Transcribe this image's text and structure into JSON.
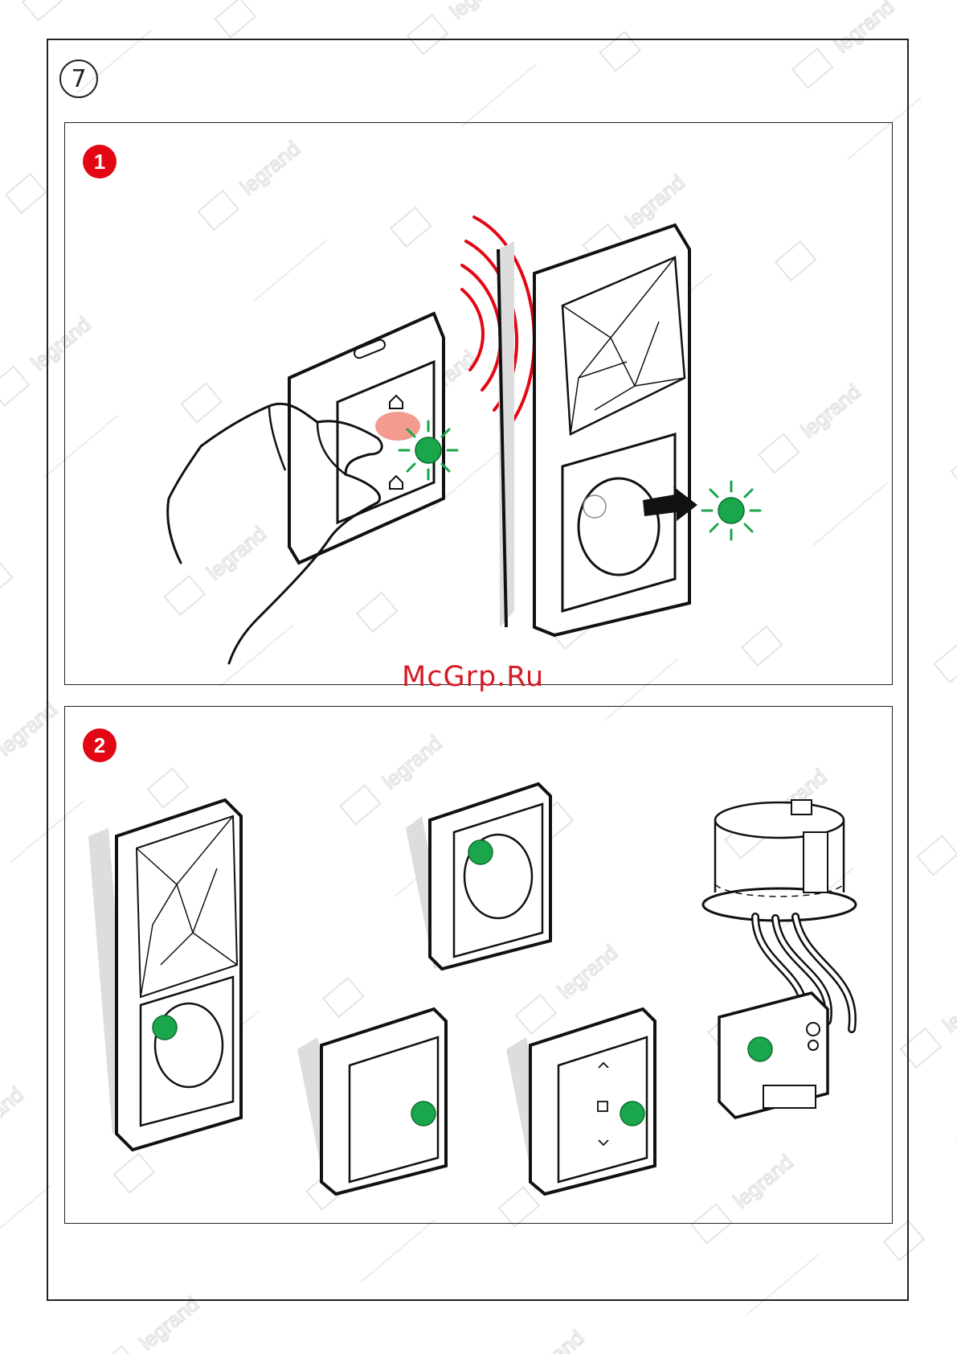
{
  "page": {
    "step_number": "7",
    "watermark": "legrand",
    "site_watermark": "McGrp.Ru"
  },
  "panels": [
    {
      "badge": "1"
    },
    {
      "badge": "2"
    }
  ],
  "colors": {
    "badge_red": "#e30613",
    "led_green": "#1aa64a",
    "signal_red": "#e30613",
    "finger_pink": "#f08a7a",
    "wall_gray": "#d8d8d8"
  },
  "icons": [
    "radio-waves-icon",
    "led-on-icon",
    "arrow-right-icon",
    "home-icon",
    "chevron-up-icon",
    "square-icon",
    "chevron-down-icon"
  ]
}
